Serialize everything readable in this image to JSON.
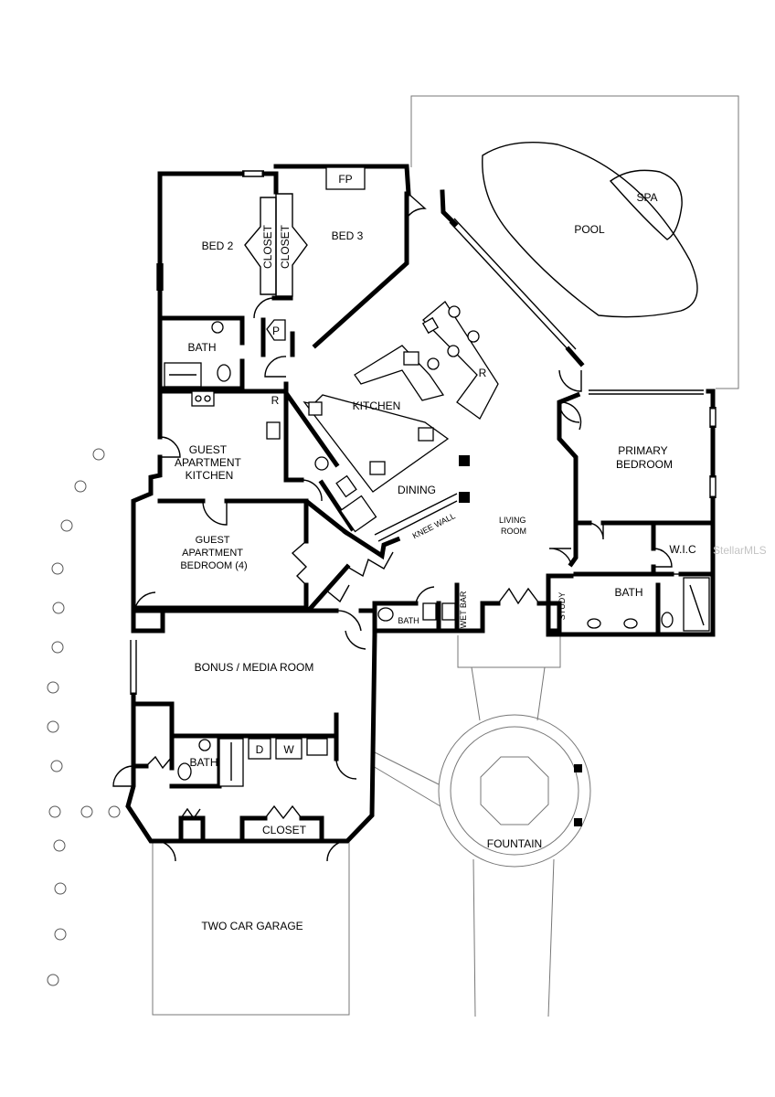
{
  "rooms": {
    "fp": "FP",
    "bed2": "BED 2",
    "bed3": "BED 3",
    "closet_a": "CLOSET",
    "closet_b": "CLOSET",
    "pantry": "P",
    "bath_upper": "BATH",
    "kitchen": "KITCHEN",
    "refrigerator_main": "R",
    "refrigerator_guest": "R",
    "guest_kitchen": [
      "GUEST",
      "APARTMENT",
      "KITCHEN"
    ],
    "dining": "DINING",
    "knee_wall": "KNEE WALL",
    "living_room": [
      "LIVING",
      "ROOM"
    ],
    "guest_bedroom": [
      "GUEST",
      "APARTMENT",
      "BEDROOM (4)"
    ],
    "pool": "POOL",
    "spa": "SPA",
    "primary_bedroom": [
      "PRIMARY",
      "BEDROOM"
    ],
    "wic": "W.I.C",
    "bath_primary": "BATH",
    "study": "STUDY",
    "bath_small": "BATH",
    "wet_bar": "WET BAR",
    "bonus_media": "BONUS / MEDIA ROOM",
    "bath_lower": "BATH",
    "dryer": "D",
    "washer": "W",
    "closet_lower": "CLOSET",
    "fountain": "FOUNTAIN",
    "garage": "TWO CAR GARAGE"
  },
  "watermark": "StellarMLS"
}
